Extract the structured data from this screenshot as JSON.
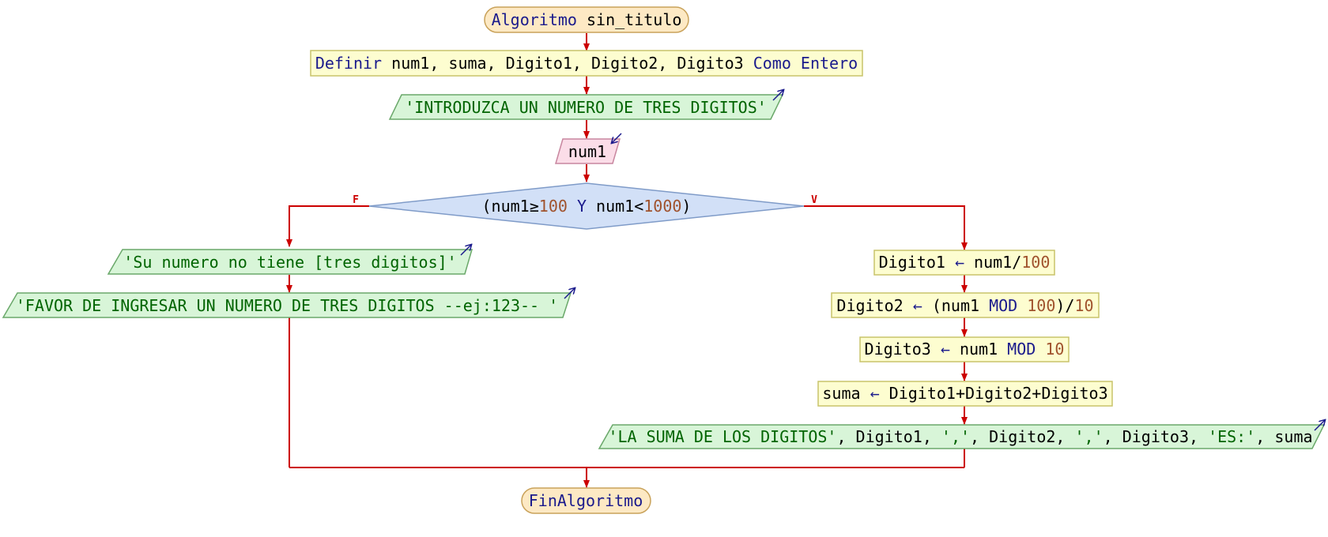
{
  "colors": {
    "arrow": "#cc0000",
    "terminal_fill": "#fde9c4",
    "terminal_stroke": "#c9a25a",
    "process_fill": "#fdfdd0",
    "process_stroke": "#c8c46a",
    "output_fill": "#d8f5d8",
    "output_stroke": "#6aa86a",
    "input_fill": "#fbdde8",
    "input_stroke": "#c8869f",
    "decision_fill": "#d2e0f7",
    "decision_stroke": "#7f9bc8",
    "keyword": "#1a1a8c",
    "string": "#006400",
    "number": "#a0522d"
  },
  "start": [
    {
      "t": "Algoritmo",
      "c": "kw"
    },
    {
      "t": " sin_titulo",
      "c": "var"
    }
  ],
  "define": [
    {
      "t": "Definir",
      "c": "kw"
    },
    {
      "t": " num1, suma, Digito1, Digito2, Digito3 ",
      "c": "var"
    },
    {
      "t": "Como Entero",
      "c": "kw"
    }
  ],
  "prompt": [
    {
      "t": "'INTRODUZCA UN NUMERO DE TRES DIGITOS'",
      "c": "str"
    }
  ],
  "read_var": [
    {
      "t": "num1",
      "c": "var"
    }
  ],
  "condition": [
    {
      "t": "(num1",
      "c": "var"
    },
    {
      "t": "≥",
      "c": "var"
    },
    {
      "t": "100",
      "c": "num"
    },
    {
      "t": " Y ",
      "c": "kw"
    },
    {
      "t": "num1<",
      "c": "var"
    },
    {
      "t": "1000",
      "c": "num"
    },
    {
      "t": ")",
      "c": "var"
    }
  ],
  "false_label": "F",
  "true_label": "V",
  "false_msg1": [
    {
      "t": "'Su numero no tiene [tres digitos]'",
      "c": "str"
    }
  ],
  "false_msg2": [
    {
      "t": "'FAVOR DE INGRESAR UN NUMERO DE TRES DIGITOS --ej:123-- '",
      "c": "str"
    }
  ],
  "assign1": [
    {
      "t": "Digito1 ",
      "c": "var"
    },
    {
      "t": "←",
      "c": "op"
    },
    {
      "t": " num1/",
      "c": "var"
    },
    {
      "t": "100",
      "c": "num"
    }
  ],
  "assign2": [
    {
      "t": "Digito2 ",
      "c": "var"
    },
    {
      "t": "←",
      "c": "op"
    },
    {
      "t": " (num1 ",
      "c": "var"
    },
    {
      "t": "MOD",
      "c": "kw"
    },
    {
      "t": " ",
      "c": "var"
    },
    {
      "t": "100",
      "c": "num"
    },
    {
      "t": ")/",
      "c": "var"
    },
    {
      "t": "10",
      "c": "num"
    }
  ],
  "assign3": [
    {
      "t": "Digito3 ",
      "c": "var"
    },
    {
      "t": "←",
      "c": "op"
    },
    {
      "t": " num1 ",
      "c": "var"
    },
    {
      "t": "MOD",
      "c": "kw"
    },
    {
      "t": " ",
      "c": "var"
    },
    {
      "t": "10",
      "c": "num"
    }
  ],
  "assign4": [
    {
      "t": "suma ",
      "c": "var"
    },
    {
      "t": "←",
      "c": "op"
    },
    {
      "t": " Digito1+Digito2+Digito3",
      "c": "var"
    }
  ],
  "result_msg": [
    {
      "t": "'LA SUMA DE LOS DIGITOS'",
      "c": "str"
    },
    {
      "t": ", Digito1, ",
      "c": "var"
    },
    {
      "t": "','",
      "c": "str"
    },
    {
      "t": ", Digito2, ",
      "c": "var"
    },
    {
      "t": "','",
      "c": "str"
    },
    {
      "t": ", Digito3, ",
      "c": "var"
    },
    {
      "t": "'ES:'",
      "c": "str"
    },
    {
      "t": ", suma",
      "c": "var"
    }
  ],
  "end": [
    {
      "t": "FinAlgoritmo",
      "c": "kw"
    }
  ]
}
